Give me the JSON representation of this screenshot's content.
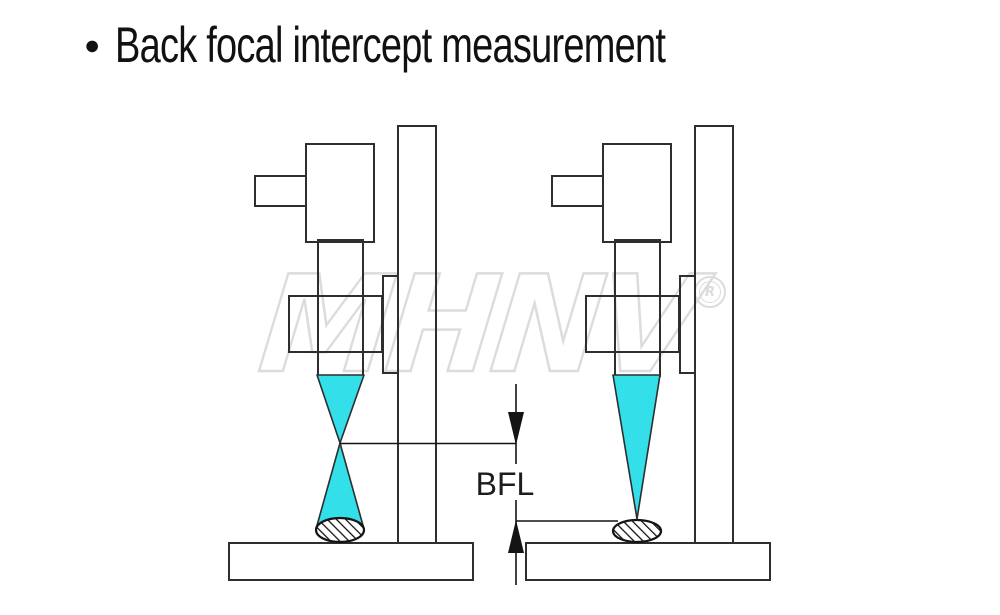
{
  "title": {
    "bullet": "●",
    "text": "Back focal intercept measurement"
  },
  "watermark": {
    "text": "MHNV",
    "registered_symbol": "R"
  },
  "dimension": {
    "label": "BFL"
  },
  "colors": {
    "beam": "#33dfe8",
    "line": "#2e2e2e",
    "dim": "#141414",
    "watermark": "#dcdcdc",
    "title": "#111111"
  }
}
